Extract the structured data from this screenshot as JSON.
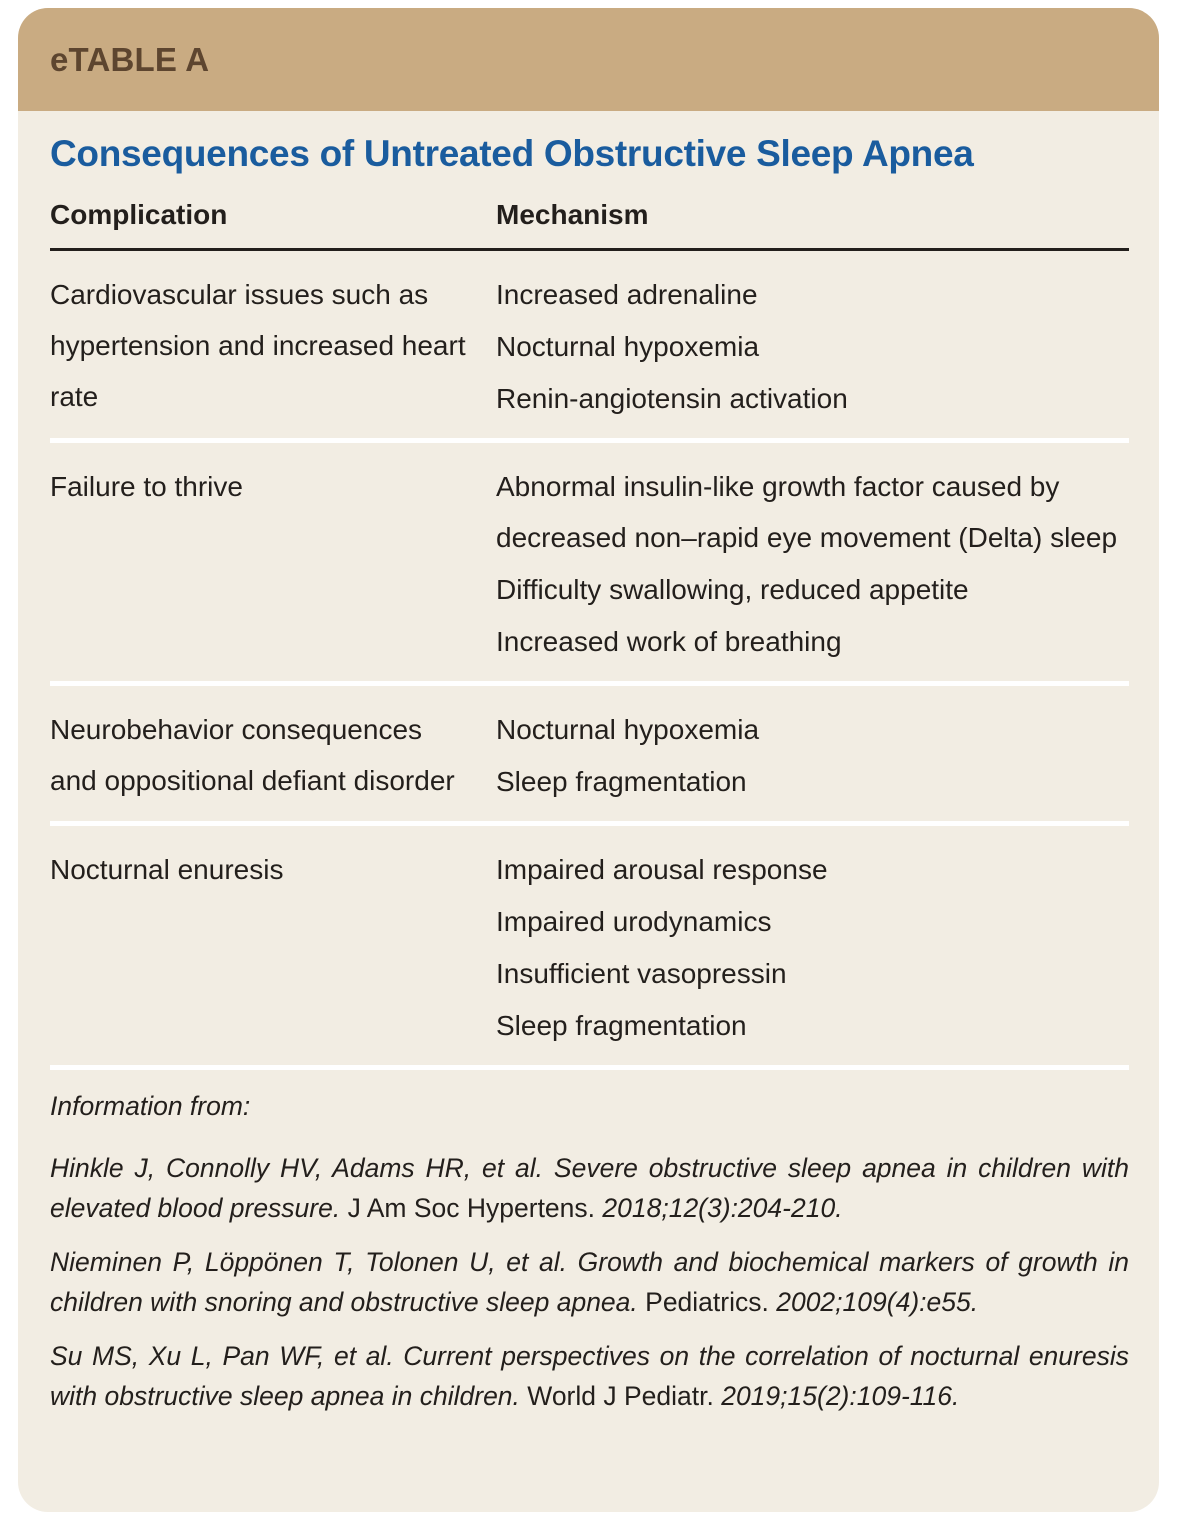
{
  "card": {
    "band_label": "eTABLE A",
    "title": "Consequences of Untreated Obstructive Sleep Apnea",
    "colors": {
      "band": "#c9ab82",
      "paper": "#f2ede3",
      "title_blue": "#1a5c9e",
      "band_text": "#5d452f",
      "body_text": "#231f1c",
      "row_divider": "#ffffff",
      "head_rule": "#231f1c"
    }
  },
  "table": {
    "columns": [
      "Complication",
      "Mechanism"
    ],
    "rows": [
      {
        "complication": "Cardiovascular issues such as hypertension and increased heart rate",
        "mechanisms": [
          "Increased adrenaline",
          "Nocturnal hypoxemia",
          "Renin-angiotensin activation"
        ]
      },
      {
        "complication": "Failure to thrive",
        "mechanisms": [
          "Abnormal insulin-like growth factor caused by decreased non–rapid eye movement (Delta) sleep",
          "Difficulty swallowing, reduced appetite",
          "Increased work of breathing"
        ]
      },
      {
        "complication": "Neurobehavior consequences and oppositional defiant disorder",
        "mechanisms": [
          "Nocturnal hypoxemia",
          "Sleep fragmentation"
        ]
      },
      {
        "complication": "Nocturnal enuresis",
        "mechanisms": [
          "Impaired arousal response",
          "Impaired urodynamics",
          "Insufficient vasopressin",
          "Sleep fragmentation"
        ]
      }
    ]
  },
  "footnotes": {
    "lead": "Information from:",
    "references": [
      {
        "part1": "Hinkle J, Connolly HV, Adams HR, et al. Severe obstructive sleep apnea in children with elevated blood pressure. ",
        "journal": "J Am Soc Hypertens.",
        "part2": " 2018;12(3):204-210."
      },
      {
        "part1": "Nieminen P, Löppönen T, Tolonen U, et al. Growth and biochemical markers of growth in children with snoring and obstructive sleep apnea. ",
        "journal": "Pediatrics.",
        "part2": " 2002;109(4):e55."
      },
      {
        "part1": "Su MS, Xu L, Pan WF, et al. Current perspectives on the correlation of nocturnal enuresis with obstructive sleep apnea in children. ",
        "journal": "World J Pediatr.",
        "part2": " 2019;15(2):109-116."
      }
    ]
  }
}
